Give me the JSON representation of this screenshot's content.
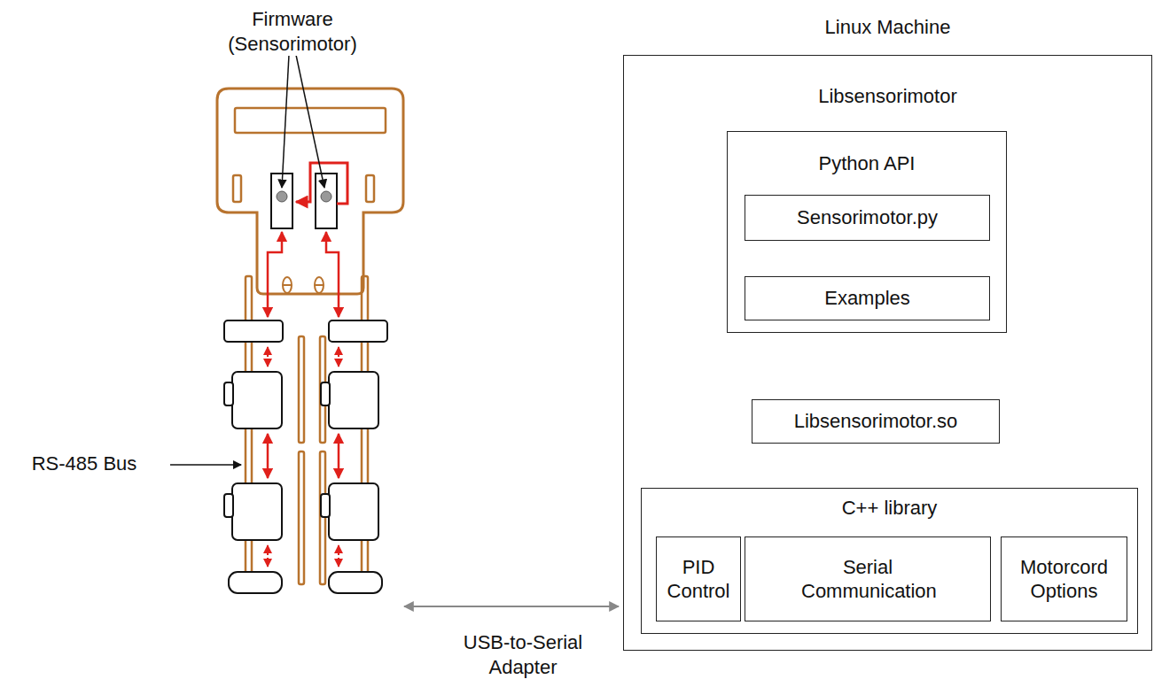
{
  "diagram": {
    "nodes": [
      {
        "text": [
          "Linux Machine",
          "Libsensorimotor"
        ]
      },
      {
        "text": [
          "Python API"
        ],
        "in": 0
      },
      {
        "text": [
          "Sensorimotor.py"
        ],
        "in": 1
      },
      {
        "text": [
          "Examples"
        ],
        "in": 1
      },
      {
        "text": [
          "Libsensorimotor.so"
        ],
        "in": 0
      },
      {
        "text": [
          "C++ library"
        ],
        "in": 0
      },
      {
        "text": [
          "PID Control"
        ],
        "in": 5
      },
      {
        "text": [
          "Serial Communication"
        ],
        "in": 5
      },
      {
        "text": [
          "Motorcord Options"
        ],
        "in": 5
      }
    ],
    "edges": [
      {
        "from": 3,
        "to": 2,
        "arrow": "to"
      },
      {
        "from": 1,
        "to": 4,
        "arrow": "both"
      },
      {
        "from": 4,
        "to": 5,
        "arrow": "both"
      }
    ],
    "labels": [
      "Firmware (Sensorimotor)",
      "RS-485 Bus",
      "USB-to-Serial Adapter"
    ]
  }
}
